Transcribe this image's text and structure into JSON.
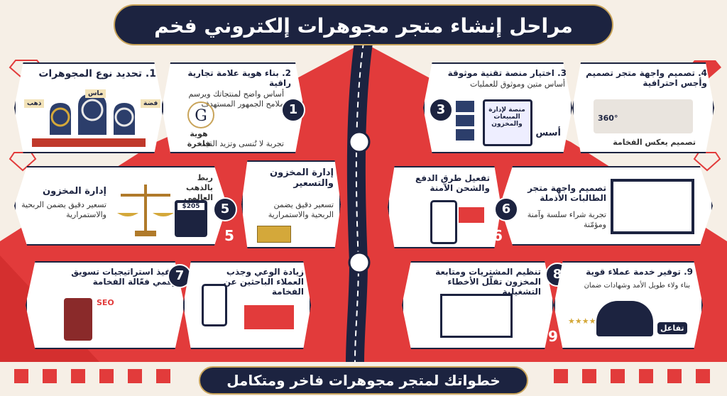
{
  "title": "مراحل إنشاء متجر مجوهرات إلكتروني فخم",
  "footer": "خطواتك لمتجر مجوهرات فاخر ومتكامل",
  "colors": {
    "navy": "#1c2340",
    "red": "#e23b3b",
    "gold": "#c9a45a",
    "cream": "#f6efe6"
  },
  "steps": {
    "s1": {
      "title": "1. تحديد نوع المجوهرات",
      "num": "1",
      "tags": [
        "ماس",
        "ذهب",
        "فضة"
      ]
    },
    "s2": {
      "title": "2. بناء هوية علامة تجارية راقية",
      "desc": "أساس واضح لمنتجاتك ويرسم ملامح الجمهور المستهدف",
      "logo_caption": "هوية فاخرة",
      "tagline": "تجربة لا تُنسى وتزيد القيمة"
    },
    "s3": {
      "title": "3. اختيار منصة تقنية موثوقة",
      "desc": "أساس متين وموثوق للعمليات",
      "screen": "منصة لإدارة المبيعات والمخزون",
      "foundation": "أسس",
      "num": "3"
    },
    "s4": {
      "title": "4. تصميم واجهة متجر تصميم وأجس احترافية",
      "badge": "360°",
      "caption": "تصميم يعكس الفخامة"
    },
    "s5a": {
      "title": "إدارة المخزون",
      "desc": "تسعير دقيق يضمن الربحية والاستمرارية",
      "gold_link": "ربط بالذهب العالمي",
      "price": "$205",
      "num": "5"
    },
    "s5b": {
      "title": "إدارة المخزون والتسعير",
      "desc": "تسعير دقيق يضمن الربحية والاستمرارية",
      "num": "5"
    },
    "s6a": {
      "title": "تفعيل طرق الدفع والشحن الآمنة",
      "num": "6"
    },
    "s6b": {
      "title": "تصميم واجهة متجر الطالبات الأذملة",
      "desc": "تجربة شراء سلسة وآمنة ومؤمّنة",
      "num": "6"
    },
    "s7a": {
      "title": "تنفيذ استراتيجيات تسويق رقمي فعّالة الفخامة",
      "seo": "SEO",
      "num": "7"
    },
    "s7b": {
      "title": "زيادة الوعي وجذب العملاء الباحثين عن الفخامة"
    },
    "s8": {
      "title": "تنظيم المشتريات ومتابعة المخزون تقلّل الأخطاء التشغيلية",
      "num": "8",
      "num2": "9"
    },
    "s9": {
      "title": "9. توفير خدمة عملاء قوية",
      "desc": "بناء ولاء طويل الأمد وشهادات ضمان",
      "chat": "تفاعل",
      "stars": "★★★★"
    }
  }
}
